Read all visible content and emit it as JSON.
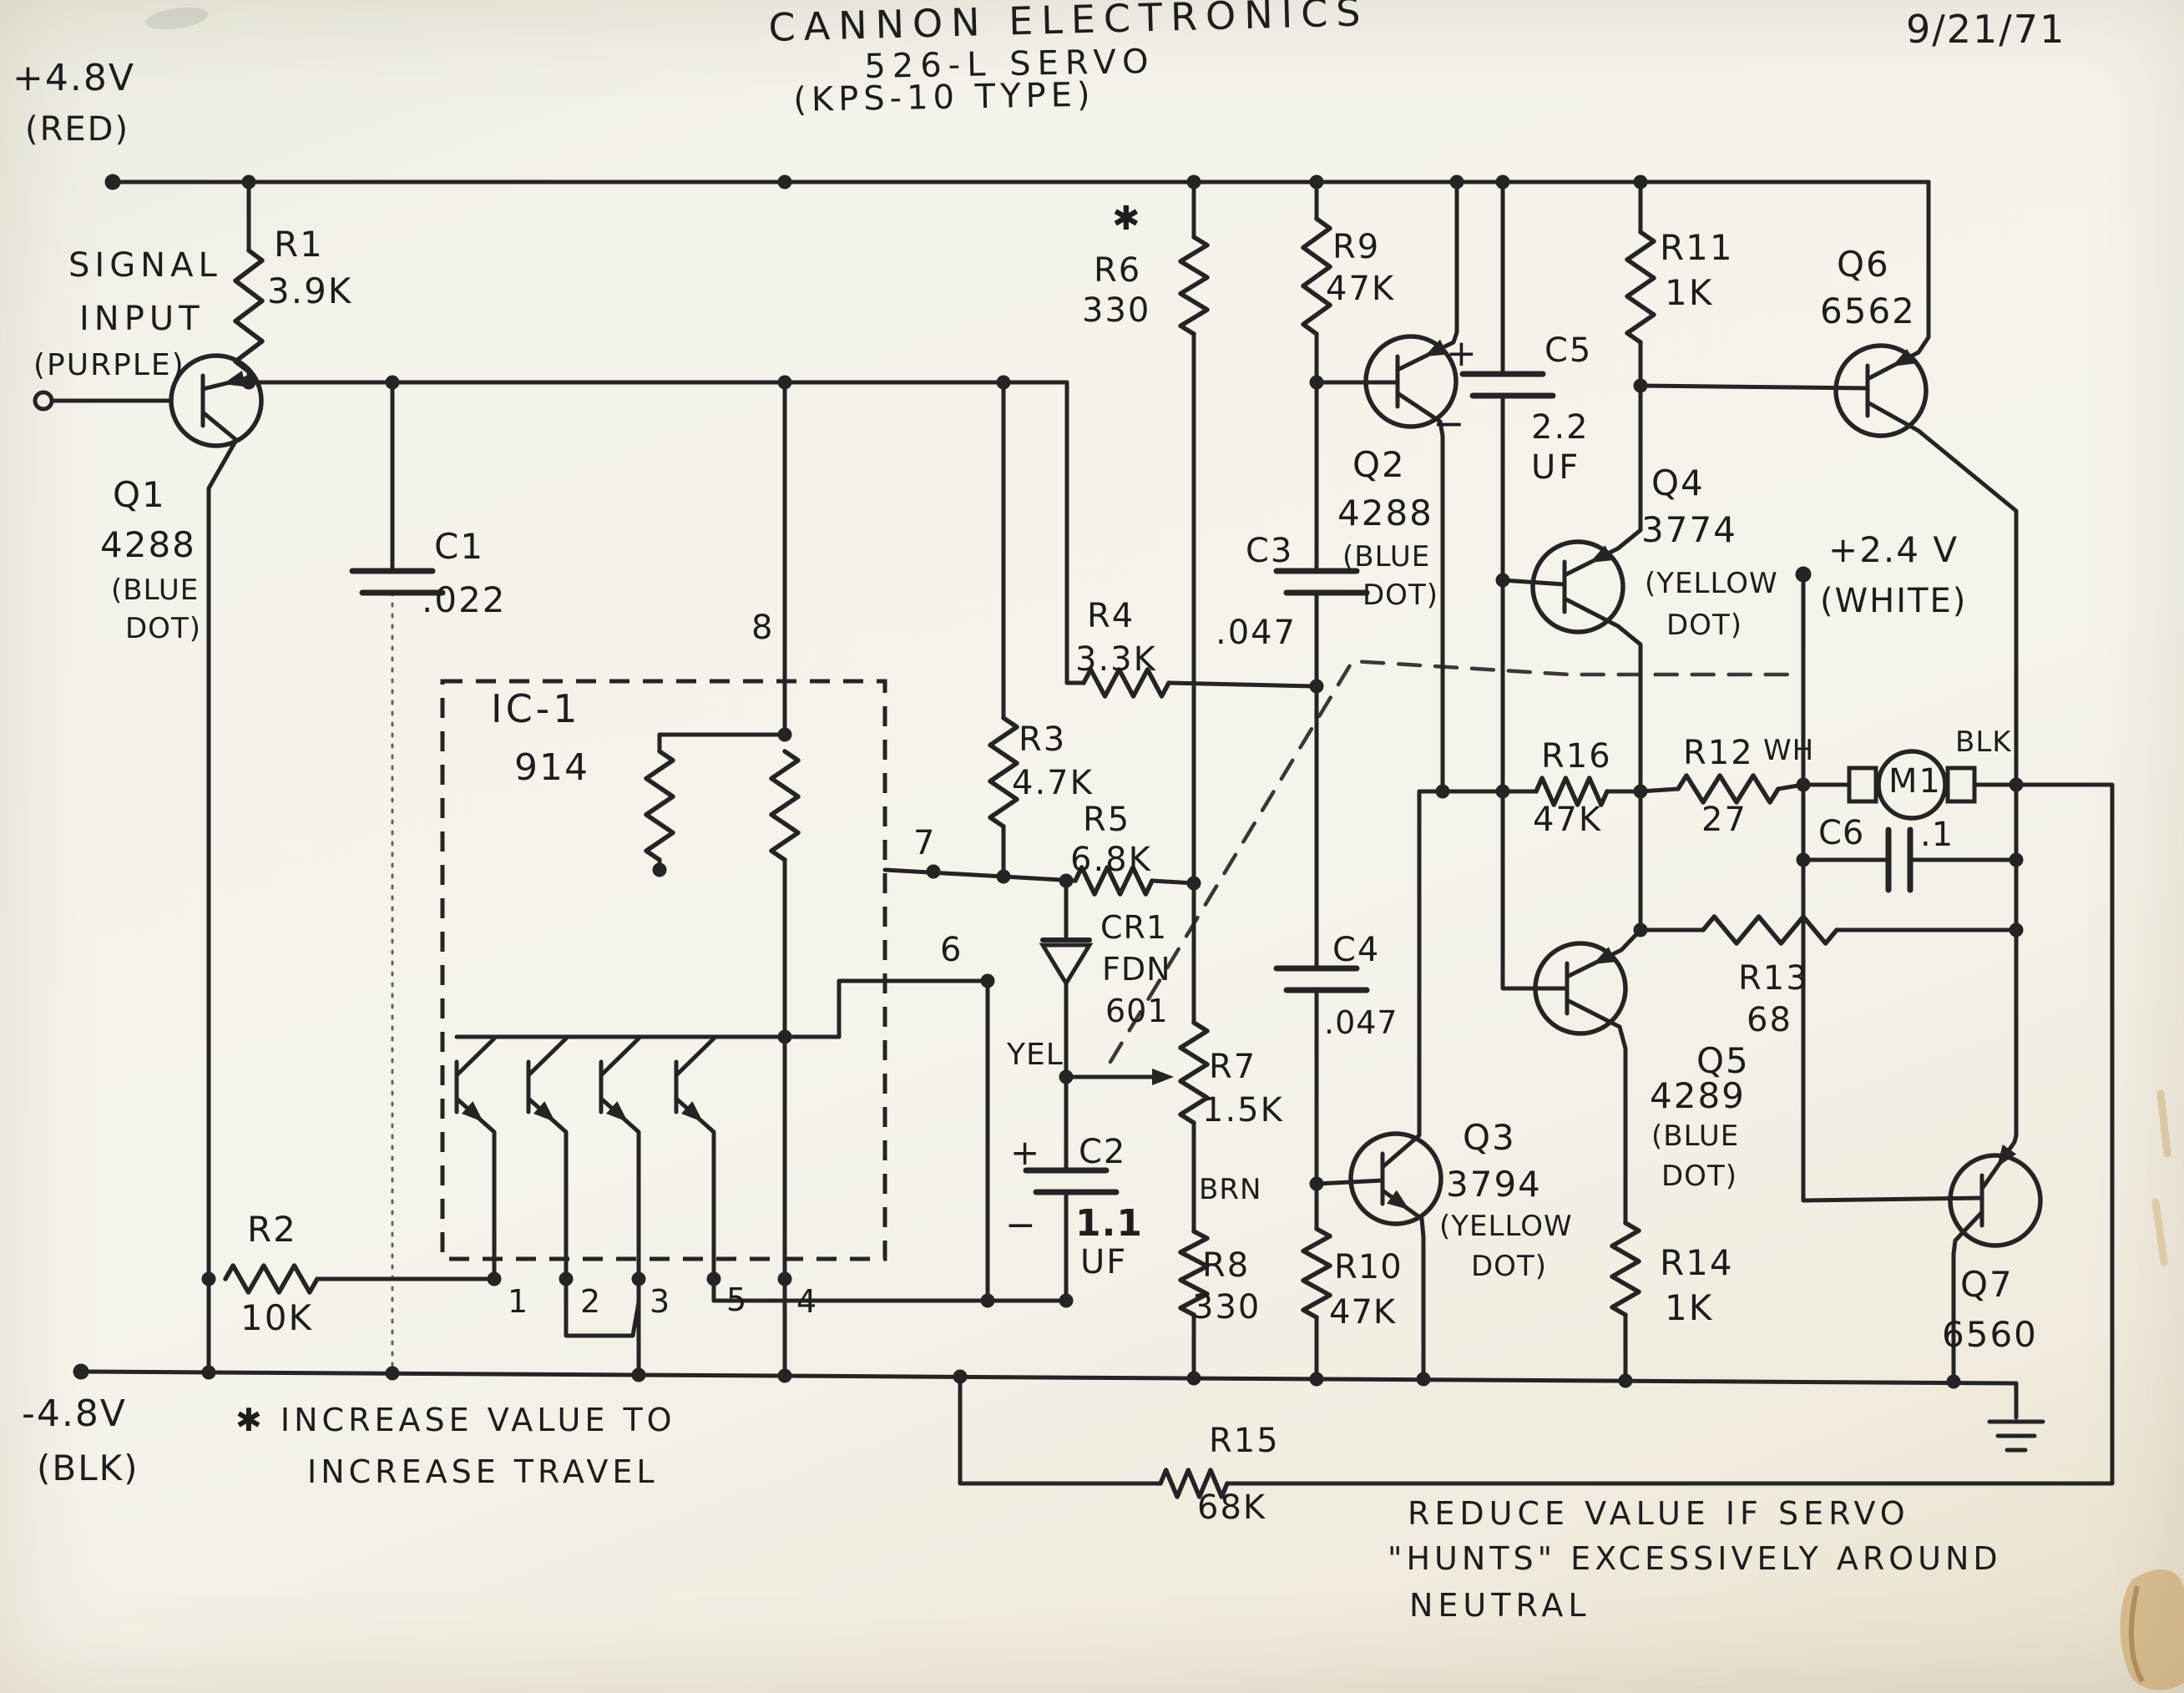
{
  "title": {
    "company": "CANNON ELECTRONICS",
    "model": "526-L SERVO",
    "type": "(KPS-10 TYPE)"
  },
  "date": "9/21/71",
  "rails": {
    "vpos": "+4.8V",
    "vpos_wire": "(RED)",
    "vneg": "-4.8V",
    "vneg_wire": "(BLK)",
    "vmid": "+2.4 V",
    "vmid_wire": "(WHITE)"
  },
  "input": {
    "l1": "SIGNAL",
    "l2": "INPUT",
    "l3": "(PURPLE)"
  },
  "ic1": {
    "ref": "IC-1",
    "part": "914",
    "pin8": "8",
    "pin7": "7",
    "pin6": "6",
    "pin1": "1",
    "pin2": "2",
    "pin3": "3",
    "pin5": "5",
    "pin4": "4"
  },
  "q1": {
    "ref": "Q1",
    "part": "4288",
    "n1": "(BLUE",
    "n2": "DOT)"
  },
  "q2": {
    "ref": "Q2",
    "part": "4288",
    "n1": "(BLUE",
    "n2": "DOT)"
  },
  "q3": {
    "ref": "Q3",
    "part": "3794",
    "n1": "(YELLOW",
    "n2": "DOT)"
  },
  "q4": {
    "ref": "Q4",
    "part": "3774",
    "n1": "(YELLOW",
    "n2": "DOT)"
  },
  "q5": {
    "ref": "Q5",
    "part": "4289",
    "n1": "(BLUE",
    "n2": "DOT)"
  },
  "q6": {
    "ref": "Q6",
    "part": "6562"
  },
  "q7": {
    "ref": "Q7",
    "part": "6560"
  },
  "r1": {
    "ref": "R1",
    "value": "3.9K"
  },
  "r2": {
    "ref": "R2",
    "value": "10K"
  },
  "r3": {
    "ref": "R3",
    "value": "4.7K"
  },
  "r4": {
    "ref": "R4",
    "value": "3.3K"
  },
  "r5": {
    "ref": "R5",
    "value": "6.8K"
  },
  "r6": {
    "ref": "R6",
    "value": "330",
    "mark": "✱"
  },
  "r7": {
    "ref": "R7",
    "value": "1.5K"
  },
  "r8": {
    "ref": "R8",
    "value": "330"
  },
  "r9": {
    "ref": "R9",
    "value": "47K"
  },
  "r10": {
    "ref": "R10",
    "value": "47K"
  },
  "r11": {
    "ref": "R11",
    "value": "1K"
  },
  "r12": {
    "ref": "R12",
    "value": "27"
  },
  "r13": {
    "ref": "R13",
    "value": "68"
  },
  "r14": {
    "ref": "R14",
    "value": "1K"
  },
  "r15": {
    "ref": "R15",
    "value": "68K"
  },
  "r16": {
    "ref": "R16",
    "value": "47K"
  },
  "c1": {
    "ref": "C1",
    "value": ".022"
  },
  "c2": {
    "ref": "C2",
    "value": "1.1",
    "unit": "UF",
    "plus": "+",
    "minus": "−"
  },
  "c3": {
    "ref": "C3",
    "value": ".047"
  },
  "c4": {
    "ref": "C4",
    "value": ".047"
  },
  "c5": {
    "ref": "C5",
    "value": "2.2",
    "unit": "UF",
    "plus": "+",
    "minus": "−"
  },
  "c6": {
    "ref": "C6",
    "value": ".1"
  },
  "cr1": {
    "ref": "CR1",
    "l2": "FDN",
    "l3": "601"
  },
  "m1": {
    "ref": "M1",
    "wh": "WH",
    "blk": "BLK"
  },
  "wire_colors": {
    "yel": "YEL",
    "brn": "BRN"
  },
  "notes": {
    "travel1": "✱ INCREASE VALUE TO",
    "travel2": "INCREASE TRAVEL",
    "hunt1": "REDUCE VALUE IF SERVO",
    "hunt2": "\"HUNTS\" EXCESSIVELY AROUND",
    "hunt3": "NEUTRAL"
  },
  "ink": "#242424"
}
